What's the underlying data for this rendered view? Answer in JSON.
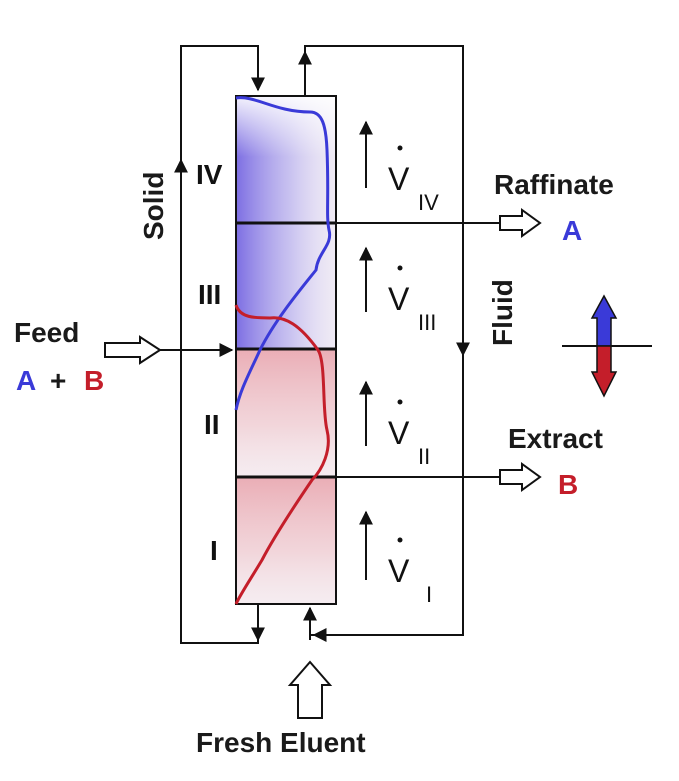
{
  "labels": {
    "solid": "Solid",
    "fluid": "Fluid",
    "feed": "Feed",
    "feed_a": "A",
    "feed_plus": "+",
    "feed_b": "B",
    "raffinate": "Raffinate",
    "raffinate_component": "A",
    "extract": "Extract",
    "extract_component": "B",
    "fresh_eluent": "Fresh Eluent"
  },
  "zones": [
    {
      "id": "IV",
      "label": "IV",
      "flow_symbol": "V",
      "flow_subscript": "IV"
    },
    {
      "id": "III",
      "label": "III",
      "flow_symbol": "V",
      "flow_subscript": "III"
    },
    {
      "id": "II",
      "label": "II",
      "flow_symbol": "V",
      "flow_subscript": "II"
    },
    {
      "id": "I",
      "label": "I",
      "flow_symbol": "V",
      "flow_subscript": "I"
    }
  ],
  "colors": {
    "component_a": "#3a3ad8",
    "component_b": "#c41e2a",
    "line": "#111111"
  }
}
